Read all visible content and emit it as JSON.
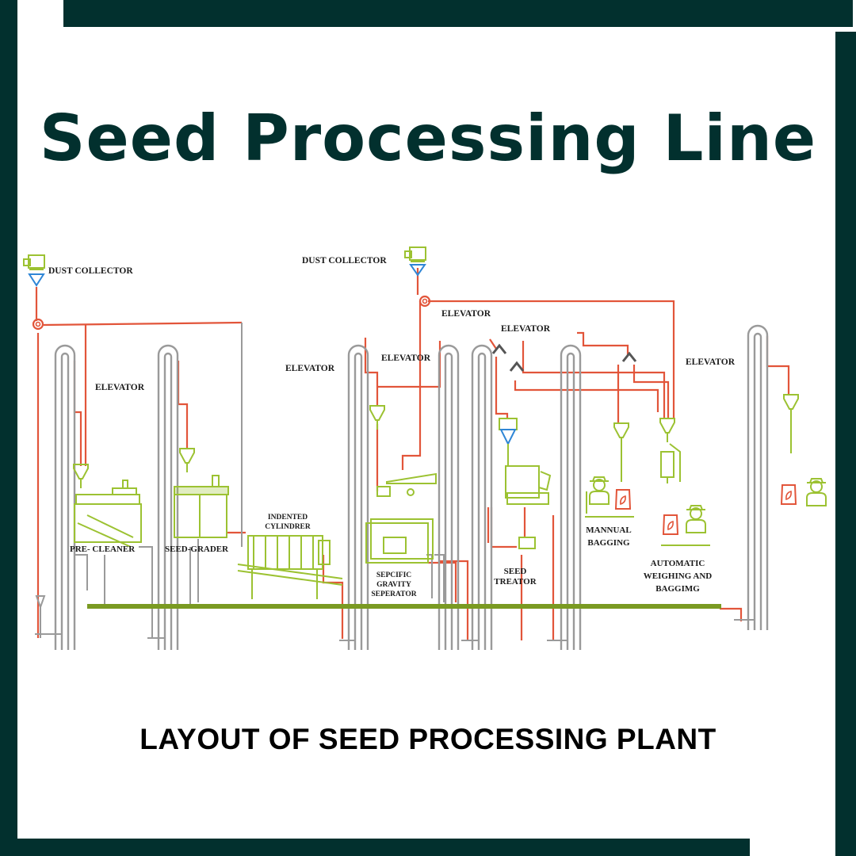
{
  "title": "Seed Processing Line",
  "caption": "LAYOUT OF SEED PROCESSING PLANT",
  "colors": {
    "frame": "#02302e",
    "elevator": "#9a9a9a",
    "pipe": "#e2553a",
    "machine": "#9cc232",
    "floor": "#7a9a22",
    "hopper_blue": "#2f86d6"
  },
  "labels": {
    "dust_collector_1": "DUST COLLECTOR",
    "dust_collector_2": "DUST COLLECTOR",
    "elevator_1": "ELEVATOR",
    "elevator_2": "ELEVATOR",
    "elevator_3": "ELEVATOR",
    "elevator_4": "ELEVATOR",
    "elevator_5": "ELEVATOR",
    "elevator_6": "ELEVATOR",
    "pre_cleaner": "PRE- CLEANER",
    "seed_grader": "SEED-GRADER",
    "indented_cylinder": [
      "INDENTED",
      "CYLINDRER"
    ],
    "gravity_separator": [
      "SEPCIFIC",
      "GRAVITY",
      "SEPERATOR"
    ],
    "seed_treator": [
      "SEED",
      "TREATOR"
    ],
    "manual_bagging": [
      "MANNUAL",
      "BAGGING"
    ],
    "auto_bagging": [
      "AUTOMATIC",
      "WEIGHING AND",
      "BAGGIMG"
    ]
  },
  "icons": [
    "dust-collector-icon",
    "bucket-elevator-icon",
    "hopper-icon",
    "worker-icon",
    "seed-bag-icon"
  ]
}
